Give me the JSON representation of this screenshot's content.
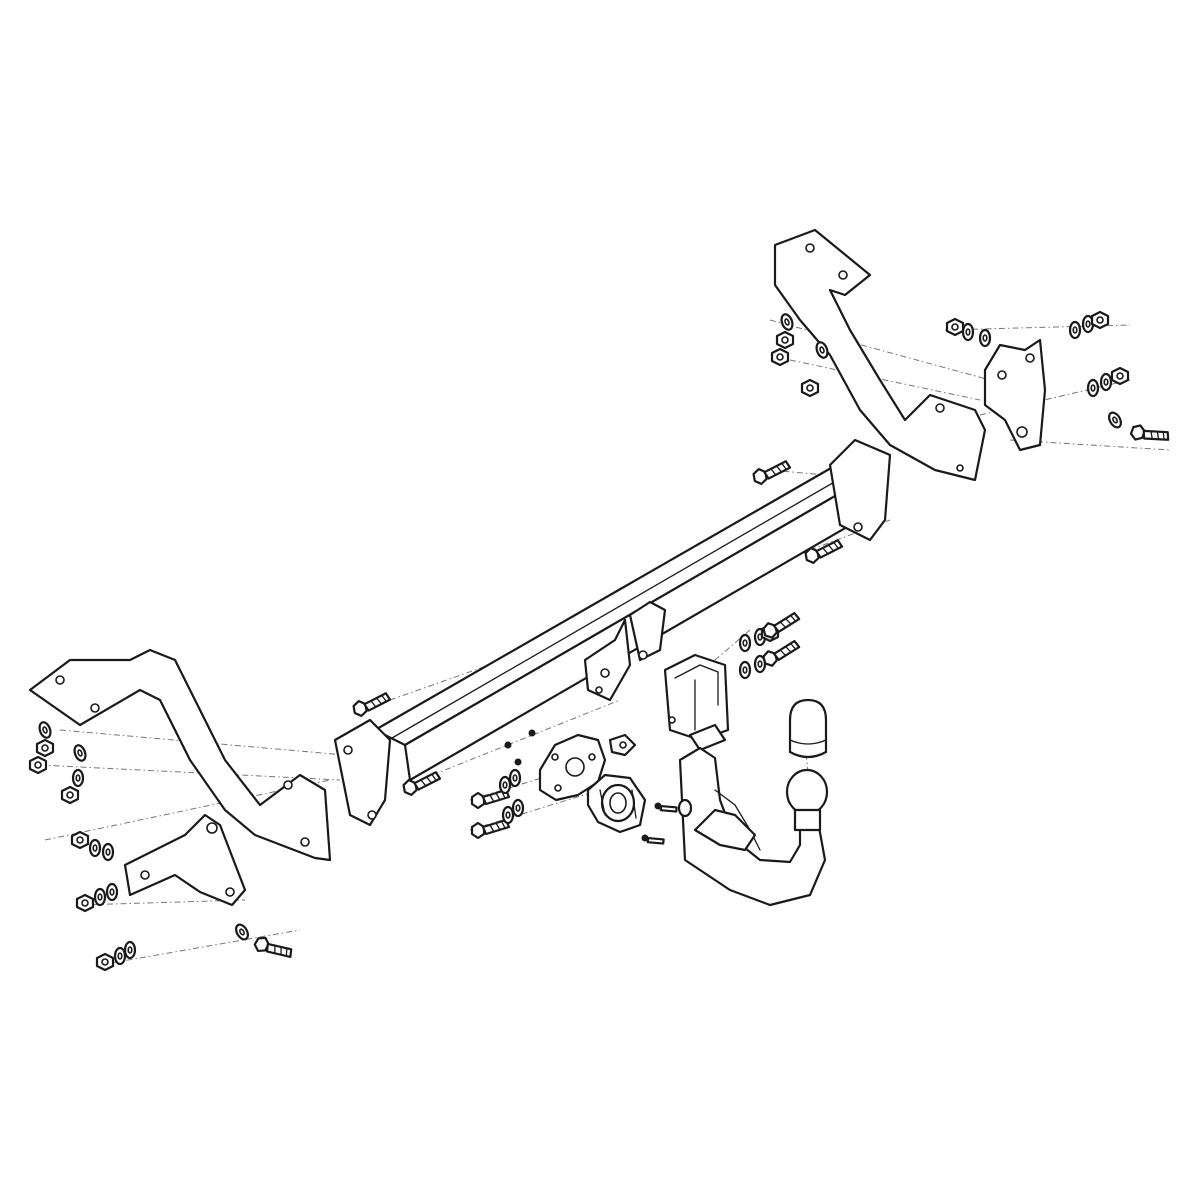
{
  "diagram": {
    "title": "",
    "parts": [
      {
        "name": "crossbar"
      },
      {
        "name": "left-bracket"
      },
      {
        "name": "right-bracket"
      },
      {
        "name": "tow-ball-neck"
      },
      {
        "name": "ball-cover"
      },
      {
        "name": "socket-plate"
      },
      {
        "name": "electrical-socket"
      },
      {
        "name": "neck-mount-receiver"
      }
    ],
    "colors": {
      "line": "#1a1a1a",
      "axis": "#777777",
      "background": "#ffffff"
    }
  }
}
